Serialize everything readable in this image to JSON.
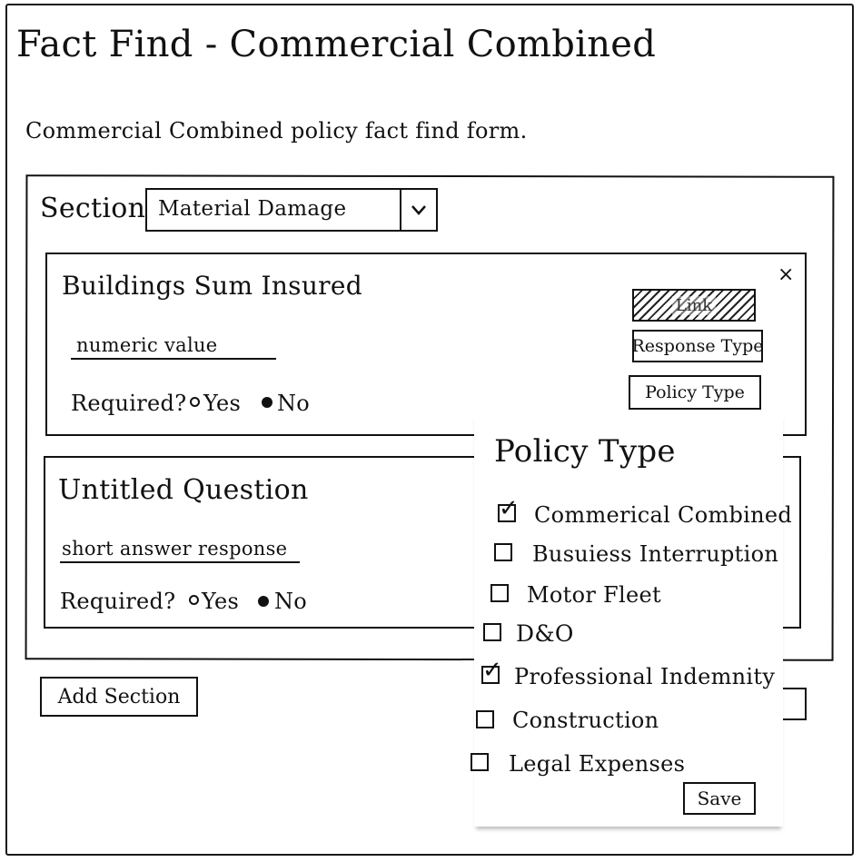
{
  "page": {
    "title": "Fact Find - Commercial Combined",
    "description": "Commercial Combined policy fact find form."
  },
  "section": {
    "label": "Section",
    "selected": "Material Damage"
  },
  "questions": [
    {
      "title": "Buildings Sum Insured",
      "response": "numeric value",
      "required_label": "Required?",
      "yes_label": "Yes",
      "no_label": "No",
      "required_selected": "No"
    },
    {
      "title": "Untitled Question",
      "response": "short answer response",
      "required_label": "Required?",
      "yes_label": "Yes",
      "no_label": "No",
      "required_selected": "No"
    }
  ],
  "card_tools": {
    "link_label": "Link",
    "response_type_label": "Response Type",
    "policy_type_label": "Policy Type",
    "close_symbol": "×"
  },
  "add_section_label": "Add Section",
  "policy_popup": {
    "title": "Policy Type",
    "options": [
      {
        "label": "Commerical Combined",
        "checked": true
      },
      {
        "label": "Busuiess Interruption",
        "checked": false
      },
      {
        "label": "Motor Fleet",
        "checked": false
      },
      {
        "label": "D&O",
        "checked": false
      },
      {
        "label": "Professional Indemnity",
        "checked": true
      },
      {
        "label": "Construction",
        "checked": false
      },
      {
        "label": "Legal Expenses",
        "checked": false
      }
    ],
    "save_label": "Save"
  },
  "icons": {
    "dropdown": "chevron-down-icon",
    "close": "close-icon",
    "checkmark": "checkmark-icon"
  }
}
